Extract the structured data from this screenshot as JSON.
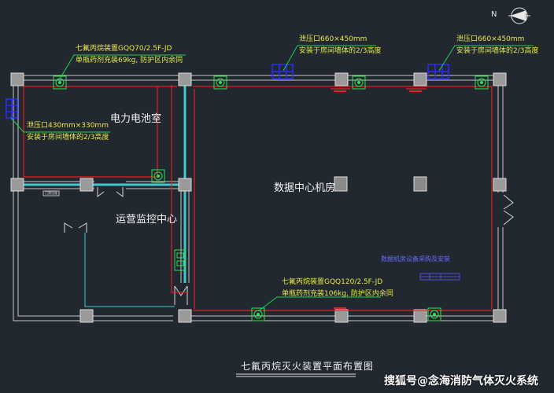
{
  "rooms": {
    "battery_room": "电力电池室",
    "data_center": "数据中心机房",
    "ops_center": "运营监控中心"
  },
  "devices": {
    "top_left": {
      "line1": "七氟丙烷装置GQQ70/2.5F-JD",
      "line2": "单瓶药剂充装69kg, 防护区内余同"
    },
    "bottom": {
      "line1": "七氟丙烷装置GQQ120/2.5F-JD",
      "line2": "单瓶药剂充装106kg, 防护区内余同"
    }
  },
  "vents": {
    "left": {
      "line1": "泄压口430mm×330mm",
      "line2": "安装于房间墙体的2/3高度"
    },
    "top_mid": {
      "line1": "泄压口660×450mm",
      "line2": "安装于房间墙体的2/3高度"
    },
    "top_right": {
      "line1": "泄压口660×450mm",
      "line2": "安装于房间墙体的2/3高度"
    }
  },
  "equipment_note": "数据机房设备采购及安装",
  "tiny_label": "已建设施",
  "drawing_title": "七氟丙烷灭火装置平面布置图",
  "watermark": "搜狐号@念海消防气体灭火系统",
  "north_label": "N",
  "colors": {
    "background": "#212830",
    "wall": "#c8c8c8",
    "column": "#9a9a9a",
    "pipe_red": "#e02020",
    "cyan_wall": "#40c8d0",
    "vent_blue": "#2020e0",
    "leader_green": "#20d050",
    "detector_green": "#30e050"
  }
}
